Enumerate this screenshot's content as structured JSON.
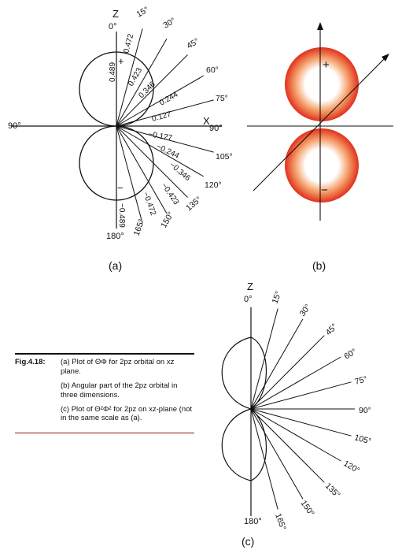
{
  "panel_a": {
    "axis_top": "Z",
    "angle_top": "0°",
    "angle_left": "90°",
    "x_axis": "X",
    "angle_right": "90°",
    "angle_bottom": "180°",
    "sign_top": "+",
    "sign_bottom": "−",
    "ray_labels": [
      "15°",
      "30°",
      "45°",
      "60°",
      "75°",
      "105°",
      "120°",
      "135°",
      "150°",
      "165°"
    ],
    "value_labels": [
      "0.489",
      "0.472",
      "0.423",
      "0.346",
      "0.244",
      "0.127",
      "−0.127",
      "−0.244",
      "−0.346",
      "−0.423",
      "−0.472",
      "−0.489"
    ],
    "caption": "(a)"
  },
  "panel_b": {
    "sign_top": "+",
    "sign_bottom": "−",
    "caption": "(b)",
    "colors": {
      "lobe_edge": "#e0301c",
      "lobe_mid": "#f5a06a",
      "lobe_center": "#ffffff"
    }
  },
  "panel_c": {
    "axis_top": "Z",
    "angle_top": "0°",
    "angle_bottom": "180°",
    "ray_labels": [
      "15°",
      "30°",
      "45°",
      "60°",
      "75°",
      "90°",
      "105°",
      "120°",
      "135°",
      "150°",
      "165°"
    ],
    "caption": "(c)"
  },
  "caption": {
    "tag": "Fig.4.18:",
    "item_a": "(a) Plot of ΘΦ for 2pz orbital on xz plane.",
    "item_b": "(b) Angular part of the 2pz orbital in three dimensions.",
    "item_c": "(c) Plot of Θ²Φ² for 2pz on xz-plane (not in the same scale as (a)."
  }
}
